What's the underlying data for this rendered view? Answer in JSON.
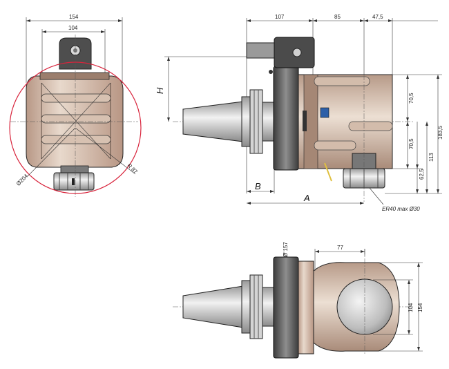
{
  "colors": {
    "body": "#c8ab98",
    "body_dark": "#8f7466",
    "body_light": "#e6d6c8",
    "steel": "#c9c9c9",
    "steel_dark": "#6e6e6e",
    "flange": "#5a5a5a",
    "red_circle": "#d8243c",
    "line": "#222222"
  },
  "front_view": {
    "dim_width_outer": "154",
    "dim_width_inner": "104",
    "dim_diameter": "Ø204",
    "dim_radius": "R 87"
  },
  "side_view": {
    "dim_top_1": "107",
    "dim_top_2": "85",
    "dim_top_3": "47,5",
    "label_h": "H",
    "label_b": "B",
    "label_a": "A",
    "dim_v_1": "70,5",
    "dim_v_2": "70,5",
    "dim_v_3": "62,5",
    "dim_v_4": "113",
    "dim_v_5": "183,5",
    "collet_note": "ER40 max Ø30"
  },
  "top_view": {
    "dim_diameter": "Ø 157",
    "dim_width": "77",
    "dim_v_inner": "104",
    "dim_v_outer": "154"
  }
}
